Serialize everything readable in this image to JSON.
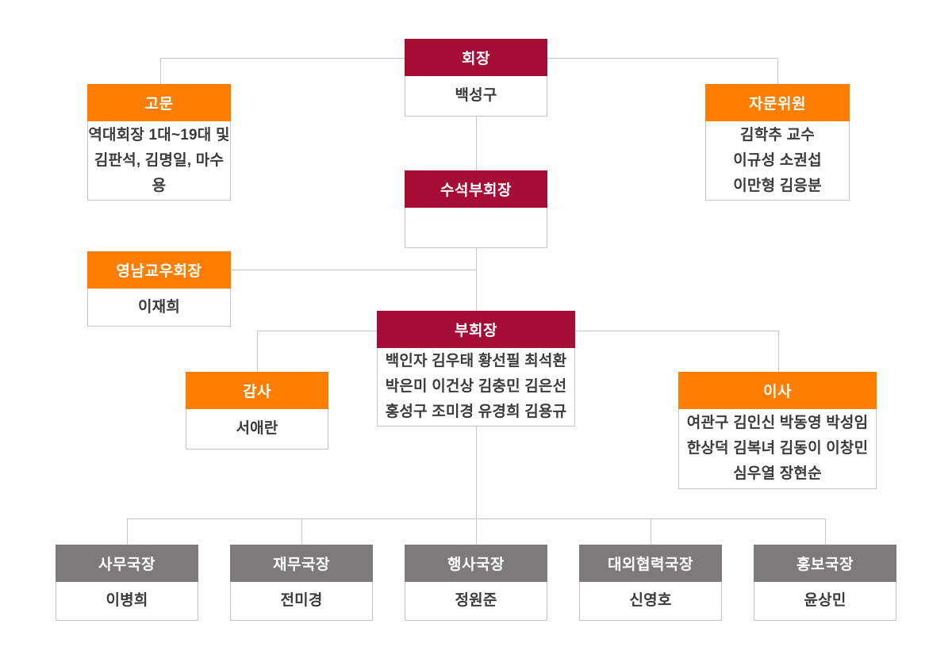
{
  "colors": {
    "maroon": "#a50d36",
    "orange": "#ff7d00",
    "gray": "#7c7a7a",
    "border": "#c6c4c4",
    "line": "#c9c7c6",
    "text": "#3c3a3a"
  },
  "nodes": {
    "chairman": {
      "title": "회장",
      "lines": [
        "백성구"
      ]
    },
    "advisor": {
      "title": "고문",
      "lines": [
        "역대회장 1대~19대 및",
        "김판석, 김명일, 마수용"
      ]
    },
    "advisory_committee": {
      "title": "자문위원",
      "lines": [
        "김학추 교수",
        "이규성 소권섭",
        "이만형 김응분"
      ]
    },
    "senior_vice_chairman": {
      "title": "수석부회장",
      "lines": []
    },
    "yeongnam_chapter": {
      "title": "영남교우회장",
      "lines": [
        "이재희"
      ]
    },
    "vice_chairman": {
      "title": "부회장",
      "lines": [
        "백인자 김우태 황선필 최석환",
        "박은미 이건상 김충민 김은선",
        "홍성구 조미경 유경희 김용규"
      ]
    },
    "auditor": {
      "title": "감사",
      "lines": [
        "서애란"
      ]
    },
    "director": {
      "title": "이사",
      "lines": [
        "여관구 김인신 박동영 박성임",
        "한상덕 김복녀 김동이 이창민",
        "심우열 장현순"
      ]
    },
    "secretary_general": {
      "title": "사무국장",
      "lines": [
        "이병희"
      ]
    },
    "finance_director": {
      "title": "재무국장",
      "lines": [
        "전미경"
      ]
    },
    "events_director": {
      "title": "행사국장",
      "lines": [
        "정원준"
      ]
    },
    "external_relations_director": {
      "title": "대외협력국장",
      "lines": [
        "신영호"
      ]
    },
    "pr_director": {
      "title": "홍보국장",
      "lines": [
        "윤상민"
      ]
    }
  }
}
